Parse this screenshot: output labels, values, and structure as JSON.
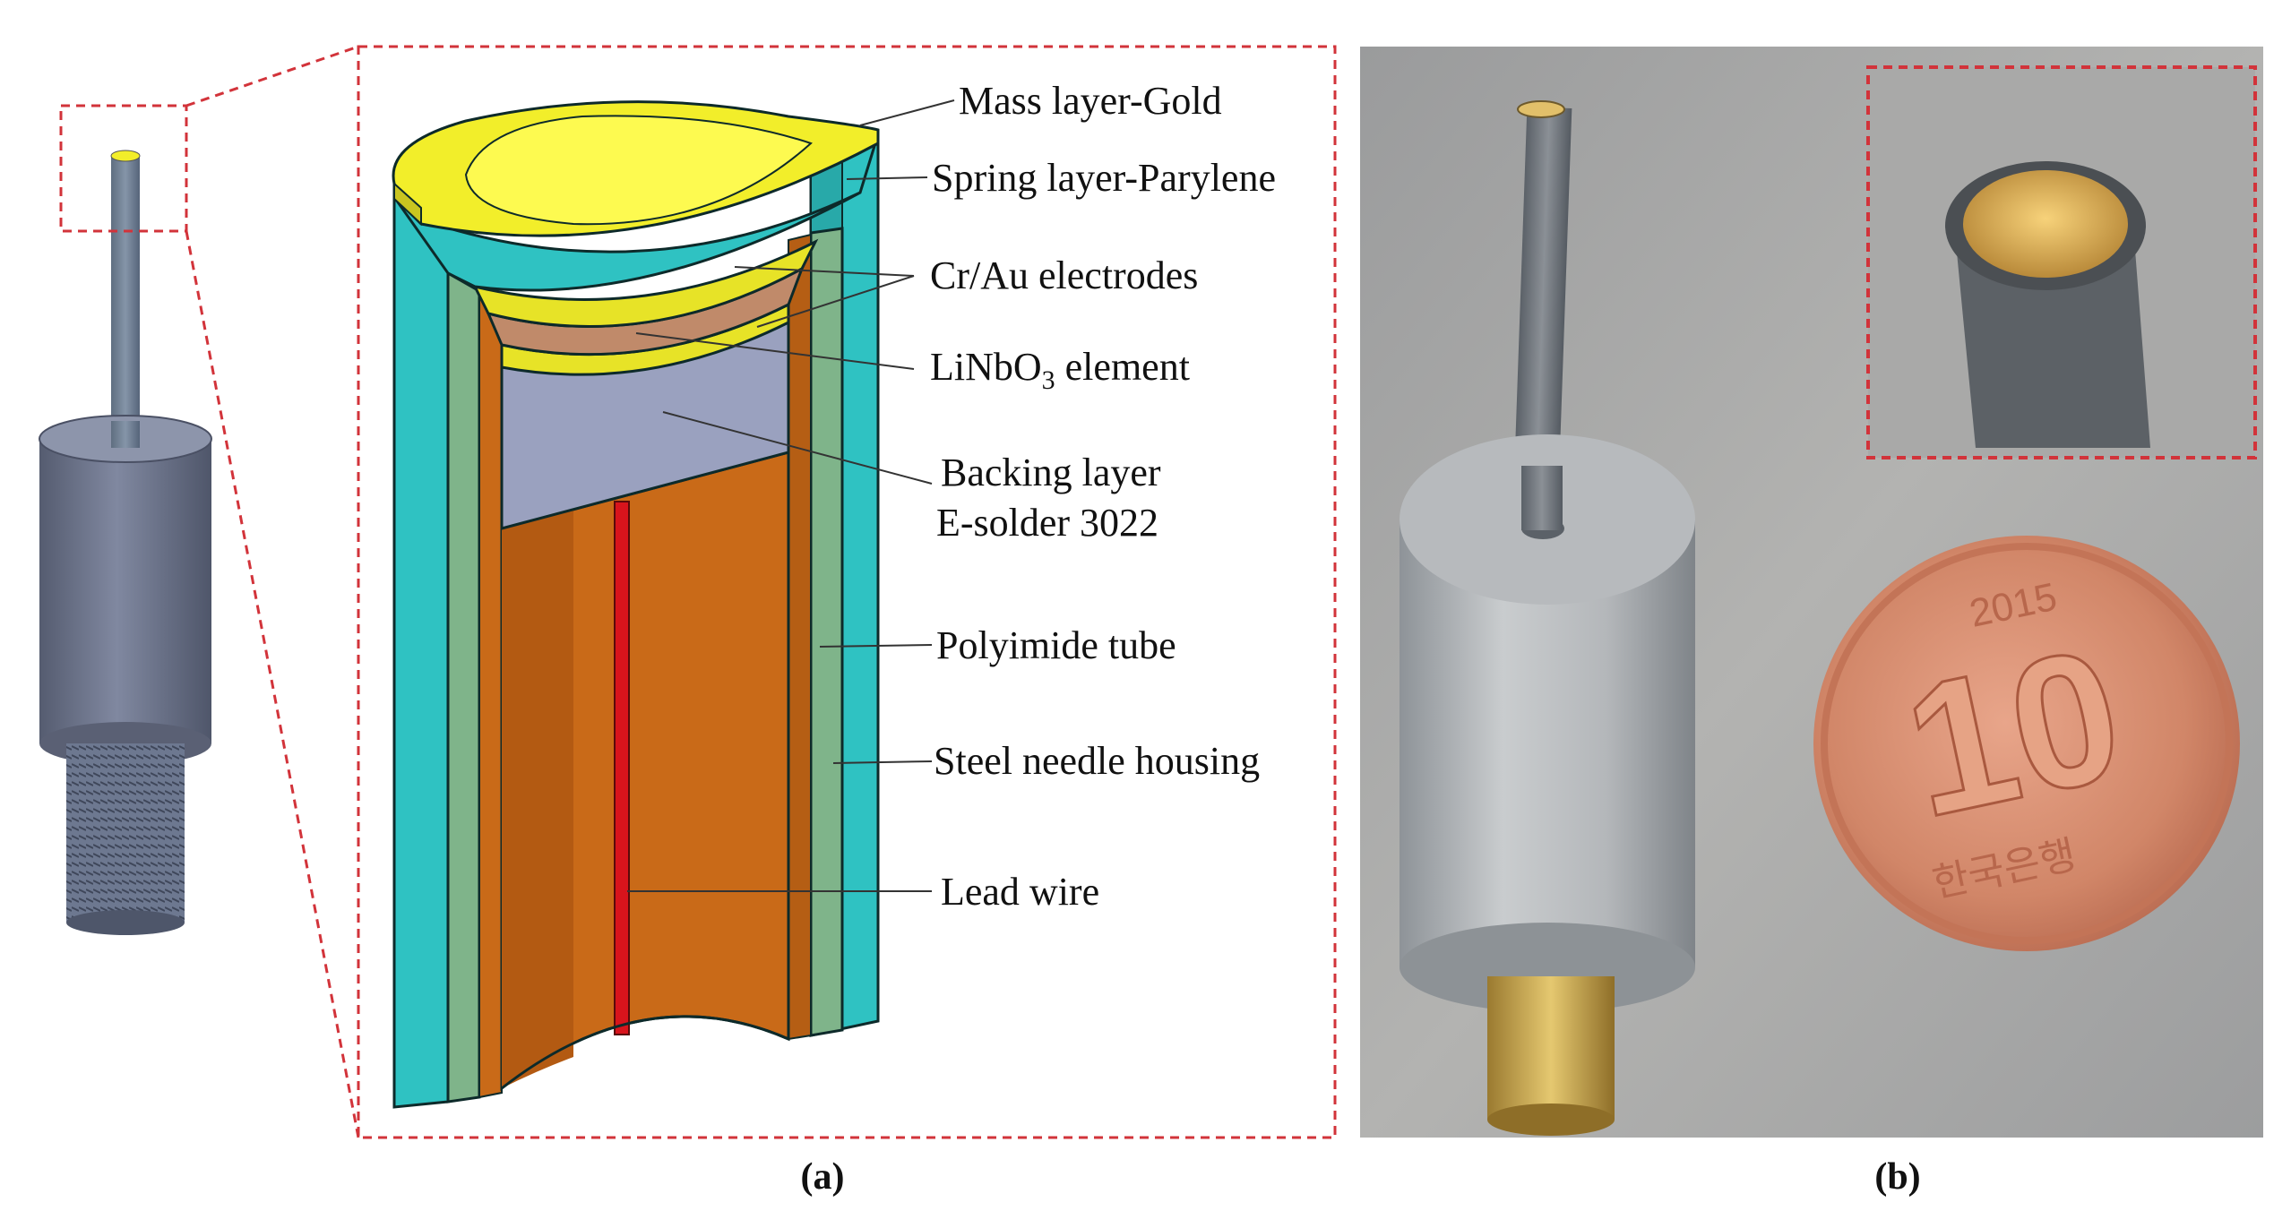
{
  "panel_a": {
    "caption": "(a)",
    "labels": {
      "mass_layer": "Mass layer-Gold",
      "spring_layer": "Spring layer-Parylene",
      "electrodes": "Cr/Au electrodes",
      "element_pre": "LiNbO",
      "element_sub": "3",
      "element_post": " element",
      "backing_line1": "Backing layer",
      "backing_line2": "E-solder 3022",
      "polyimide": "Polyimide tube",
      "housing": "Steel needle housing",
      "lead_wire": "Lead wire"
    }
  },
  "panel_b": {
    "caption": "(b)",
    "coin": {
      "value": "10",
      "year": "2015",
      "legend": "한국은행"
    }
  },
  "colors": {
    "gold": "#f2ee2a",
    "parylene": "#2fc2c2",
    "polyimide": "#7fb48a",
    "backing": "#9aa1bf",
    "copper": "#c96a18",
    "lead_wire": "#d8141c",
    "linbo3": "#c08a6a",
    "steel": "#6f7c8f",
    "zoom_box": "#d2333a"
  }
}
